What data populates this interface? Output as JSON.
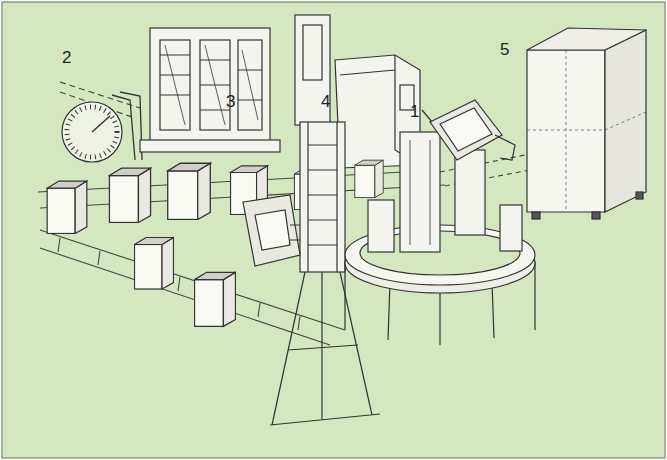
{
  "diagram": {
    "labels": [
      "2",
      "5",
      "3",
      "4",
      "1"
    ]
  }
}
